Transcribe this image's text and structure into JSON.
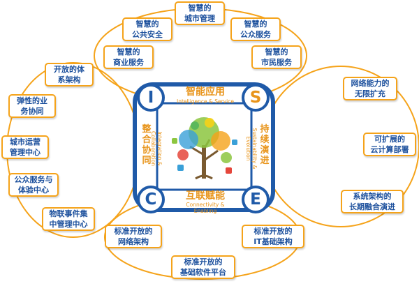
{
  "colors": {
    "blue": "#1f5aa8",
    "orange": "#f5a31a",
    "box_text": "#1b4f9c",
    "label_orange": "#e8941a"
  },
  "center": {
    "top": {
      "letter": "I",
      "title": "智能应用",
      "subtitle": "Intelligence & Service"
    },
    "left": {
      "letter": "C",
      "title": "整\n合\n协\n同",
      "subtitle": "Integration &\nCollaboration"
    },
    "right": {
      "letter": "S",
      "title": "持\n续\n演\n进",
      "subtitle": "Sustainability &\nEvolution"
    },
    "bottom": {
      "letter": "E",
      "title": "互联赋能",
      "subtitle": "Connectivity &\nEnabling"
    },
    "tree_icon": "tree-of-icons"
  },
  "top_boxes": [
    "智慧的\n城市管理",
    "智慧的\n公共安全",
    "智慧的\n公众服务",
    "智慧的\n商业服务",
    "智慧的\n市民服务"
  ],
  "left_boxes": [
    "开放的体\n系架构",
    "弹性的业\n务协同",
    "城市运营\n管理中心",
    "公众服务与\n体验中心",
    "物联事件集\n中管理中心"
  ],
  "right_boxes": [
    "网络能力的\n无限扩充",
    "可扩展的\n云计算部署",
    "系统架构的\n长期融合演进"
  ],
  "bottom_boxes": [
    "标准开放的\n网络架构",
    "标准开放的\nIT基础架构",
    "标准开放的\n基础软件平台"
  ]
}
